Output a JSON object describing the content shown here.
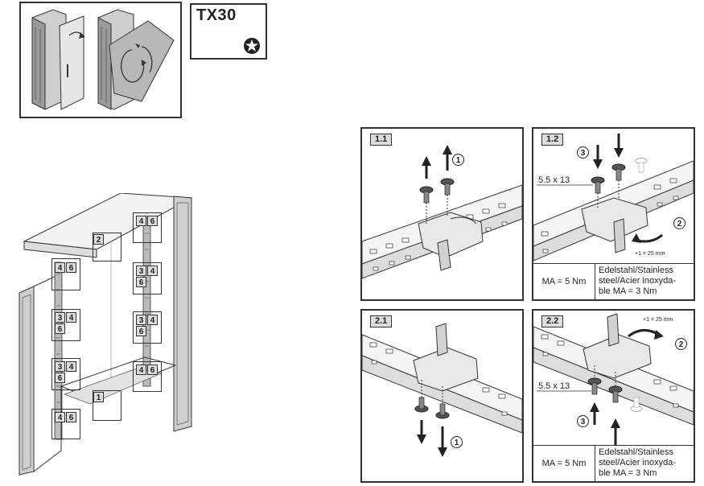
{
  "header": {
    "tool_label": "TX30",
    "tool_icon": "torx-star-icon"
  },
  "overview": {
    "tags": [
      {
        "id": "t1",
        "text": "4"
      },
      {
        "id": "t2",
        "text": "6"
      },
      {
        "id": "t3",
        "text": "2"
      },
      {
        "id": "t4",
        "text": "4"
      },
      {
        "id": "t5",
        "text": "6"
      },
      {
        "id": "t6",
        "text": "3"
      },
      {
        "id": "t7",
        "text": "4"
      },
      {
        "id": "t8",
        "text": "6"
      },
      {
        "id": "t9",
        "text": "3"
      },
      {
        "id": "t10",
        "text": "4"
      },
      {
        "id": "t11",
        "text": "6"
      },
      {
        "id": "t12",
        "text": "3"
      },
      {
        "id": "t13",
        "text": "4"
      },
      {
        "id": "t14",
        "text": "6"
      },
      {
        "id": "t15",
        "text": "3"
      },
      {
        "id": "t16",
        "text": "4"
      },
      {
        "id": "t17",
        "text": "6"
      },
      {
        "id": "t18",
        "text": "4"
      },
      {
        "id": "t19",
        "text": "6"
      },
      {
        "id": "t20",
        "text": "1"
      },
      {
        "id": "t21",
        "text": "4"
      },
      {
        "id": "t22",
        "text": "6"
      }
    ]
  },
  "steps": {
    "s11": {
      "label": "1.1",
      "callout": "1"
    },
    "s12": {
      "label": "1.2",
      "callout_a": "3",
      "callout_b": "2",
      "dim": "5.5 x 13",
      "offset": "+1 = 25 mm",
      "torque_left": "MA = 5 Nm",
      "torque_right_1": "Edelstahl/Stainless",
      "torque_right_2": "steel/Acier inoxyda-",
      "torque_right_3": "ble MA = 3 Nm"
    },
    "s21": {
      "label": "2.1",
      "callout": "1"
    },
    "s22": {
      "label": "2.2",
      "callout_a": "3",
      "callout_b": "2",
      "dim": "5.5 x 13",
      "offset": "+1 = 25 mm",
      "torque_left": "MA = 5 Nm",
      "torque_right_1": "Edelstahl/Stainless",
      "torque_right_2": "steel/Acier inoxyda-",
      "torque_right_3": "ble MA = 3 Nm"
    }
  },
  "colors": {
    "line": "#333333",
    "fill": "#dddddd",
    "panel_fill": "#b8b8b8"
  }
}
